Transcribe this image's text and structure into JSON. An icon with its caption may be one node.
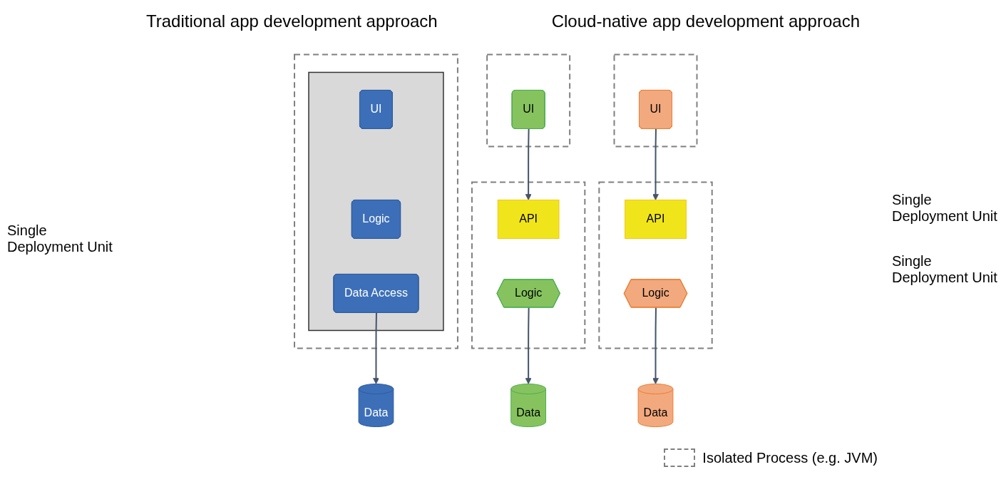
{
  "diagram": {
    "nodes": [
      {
        "text": [],
        "shape": "box"
      },
      {
        "text": [],
        "shape": "box",
        "in": 0
      },
      {
        "text": [
          "UI"
        ],
        "in": 1
      },
      {
        "text": [
          "Logic"
        ],
        "in": 1
      },
      {
        "text": [
          "Data Access"
        ],
        "in": 1
      },
      {
        "text": [
          "Data"
        ]
      },
      {
        "text": [],
        "shape": "box"
      },
      {
        "text": [
          "UI"
        ],
        "in": 6
      },
      {
        "text": [],
        "shape": "box"
      },
      {
        "text": [
          "API"
        ],
        "in": 8
      },
      {
        "text": [
          "Logic"
        ],
        "in": 8
      },
      {
        "text": [
          "Data"
        ]
      },
      {
        "text": [],
        "shape": "box"
      },
      {
        "text": [
          "UI"
        ],
        "in": 12
      },
      {
        "text": [],
        "shape": "box"
      },
      {
        "text": [
          "API"
        ],
        "in": 14
      },
      {
        "text": [
          "Logic"
        ],
        "in": 14
      },
      {
        "text": [
          "Data"
        ]
      }
    ],
    "edges": [
      {
        "from": 4,
        "to": 5,
        "arrow": "to"
      },
      {
        "from": 7,
        "to": 9,
        "arrow": "to"
      },
      {
        "from": 10,
        "to": 11,
        "arrow": "to"
      },
      {
        "from": 13,
        "to": 15,
        "arrow": "to"
      },
      {
        "from": 16,
        "to": 17,
        "arrow": "to"
      }
    ],
    "labels": [
      "Traditional app development approach",
      "Cloud-native app development approach",
      "Single Deployment Unit",
      "Single Deployment Unit",
      "Single Deployment Unit"
    ],
    "legend": [
      {
        "text": "Isolated Process (e.g. JVM)"
      }
    ]
  }
}
